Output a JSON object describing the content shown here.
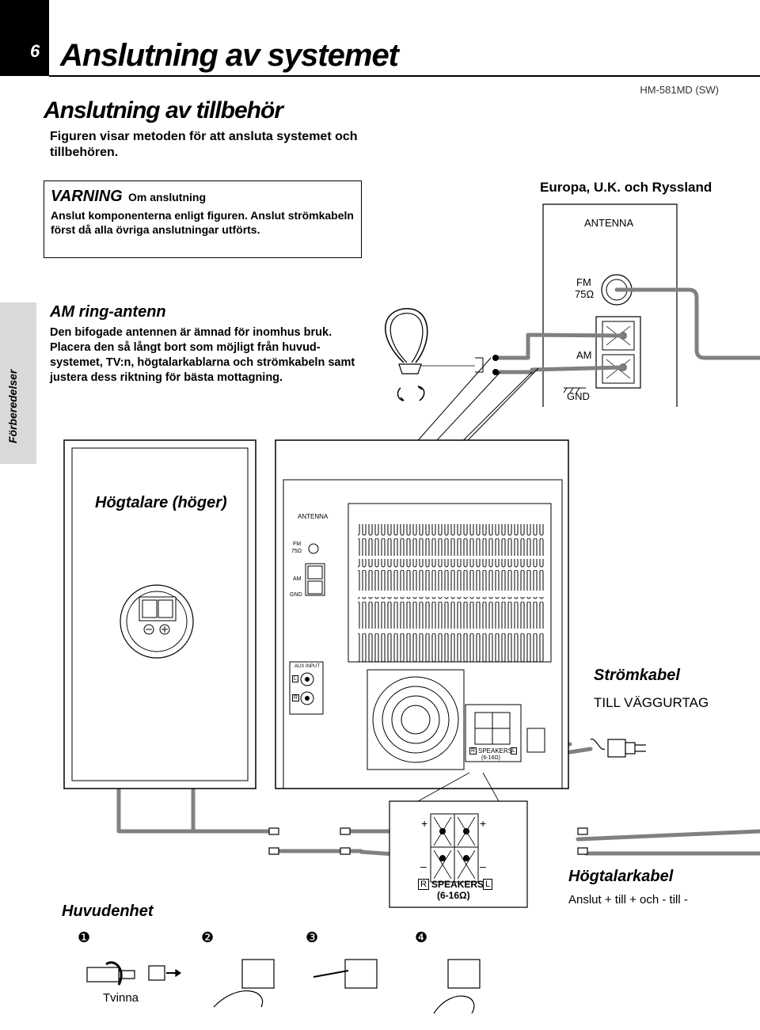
{
  "page": {
    "number": "6",
    "title": "Anslutning av systemet",
    "model": "HM-581MD (SW)",
    "side_tab": "Förberedelser"
  },
  "section": {
    "title": "Anslutning av tillbehör",
    "intro": "Figuren visar metoden för att ansluta systemet och tillbehören."
  },
  "warning": {
    "title": "VARNING",
    "subtitle": "Om anslutning",
    "text": "Anslut komponenterna enligt figuren. Anslut strömkabeln först då alla övriga anslutningar utförts."
  },
  "region": "Europa, U.K. och Ryssland",
  "antenna_panel": {
    "title": "ANTENNA",
    "fm": "FM",
    "ohm": "75Ω",
    "am": "AM",
    "gnd": "GND"
  },
  "am_antenna": {
    "title": "AM ring-antenn",
    "text": "Den bifogade antennen är ämnad för inomhus bruk. Placera den så långt bort som möjligt från huvud-systemet, TV:n, högtalarkablarna och strömkabeln samt justera dess riktning för bästa mottagning."
  },
  "speaker_label": "Högtalare (höger)",
  "main_unit": {
    "label": "Huvudenhet",
    "antenna": "ANTENNA",
    "fm": "FM",
    "ohm": "75Ω",
    "am": "AM",
    "gnd": "GND",
    "aux_input": "AUX INPUT",
    "aux_l": "L",
    "aux_r": "R",
    "speakers_r": "R",
    "speakers": "SPEAKERS",
    "speakers_l": "L",
    "impedance": "(6-16Ω)"
  },
  "power": {
    "title": "Strömkabel",
    "subtitle": "TILL VÄGGURTAG"
  },
  "speaker_terminal": {
    "r": "R",
    "label": "SPEAKERS",
    "l": "L",
    "impedance": "(6-16Ω)",
    "plus": "+",
    "minus": "–"
  },
  "speaker_cable": {
    "title": "Högtalarkabel",
    "text": "Anslut + till + och - till -"
  },
  "steps": {
    "s1": "❶",
    "s2": "❷",
    "s3": "❸",
    "s4": "❹",
    "twist": "Tvinna"
  }
}
